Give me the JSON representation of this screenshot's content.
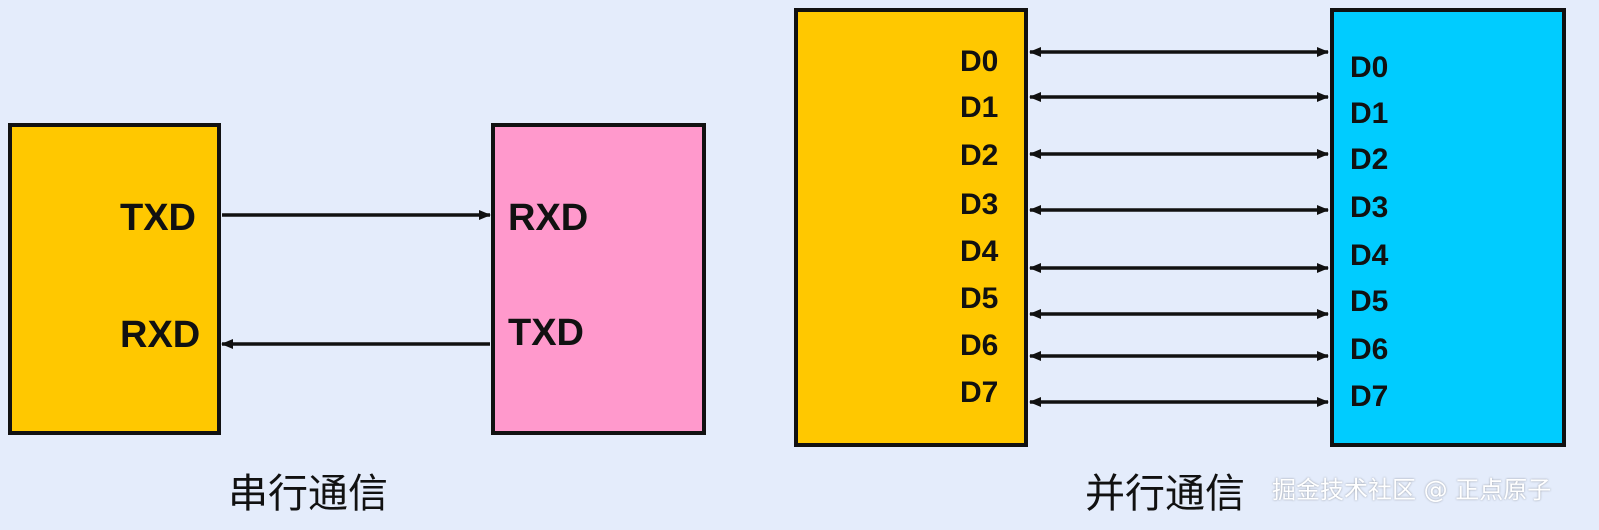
{
  "colors": {
    "background": "#e4ecfb",
    "serial_left_box": "#ffc800",
    "serial_right_box": "#ff99cc",
    "parallel_left_box": "#ffc800",
    "parallel_right_box": "#00ccff",
    "line": "#111111"
  },
  "serial": {
    "left_labels": [
      "TXD",
      "RXD"
    ],
    "right_labels": [
      "RXD",
      "TXD"
    ],
    "caption": "串行通信"
  },
  "parallel": {
    "left_labels": [
      "D0",
      "D1",
      "D2",
      "D3",
      "D4",
      "D5",
      "D6",
      "D7"
    ],
    "right_labels": [
      "D0",
      "D1",
      "D2",
      "D3",
      "D4",
      "D5",
      "D6",
      "D7"
    ],
    "caption": "并行通信"
  },
  "watermark": "掘金技术社区 @ 正点原子"
}
